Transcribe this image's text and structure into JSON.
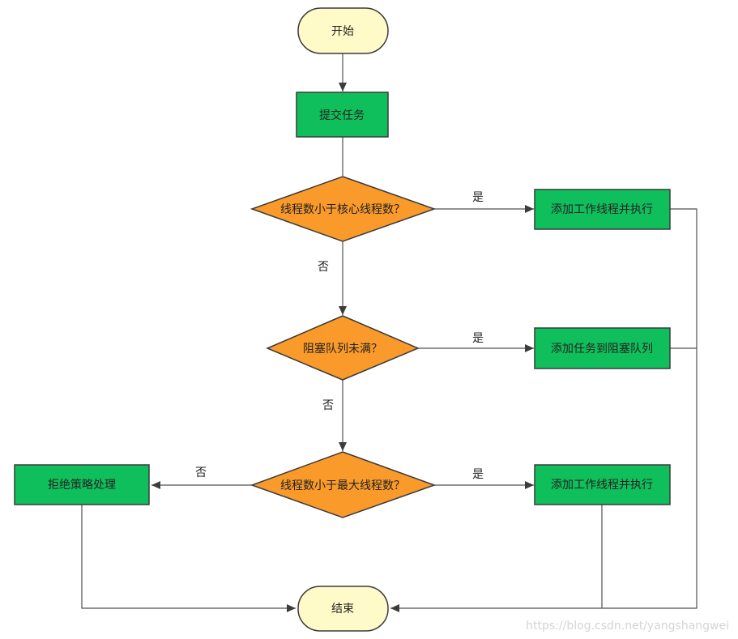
{
  "nodes": {
    "start": "开始",
    "submit": "提交任务",
    "decision_core": "线程数小于核心线程数？",
    "add_worker_1": "添加工作线程并执行",
    "decision_queue": "阻塞队列未满？",
    "add_to_queue": "添加任务到阻塞队列",
    "decision_max": "线程数小于最大线程数？",
    "add_worker_2": "添加工作线程并执行",
    "reject": "拒绝策略处理",
    "end": "结束"
  },
  "edges": {
    "yes_1": "是",
    "no_1": "否",
    "yes_2": "是",
    "no_2": "否",
    "yes_3": "是",
    "no_3": "否"
  },
  "watermark": "https://blog.csdn.net/yangshangwei",
  "colors": {
    "terminal_fill": "#fefbc9",
    "process_fill": "#0fbf5c",
    "decision_fill": "#f99a2a",
    "stroke": "#3a3a3a",
    "edge": "#505050"
  }
}
